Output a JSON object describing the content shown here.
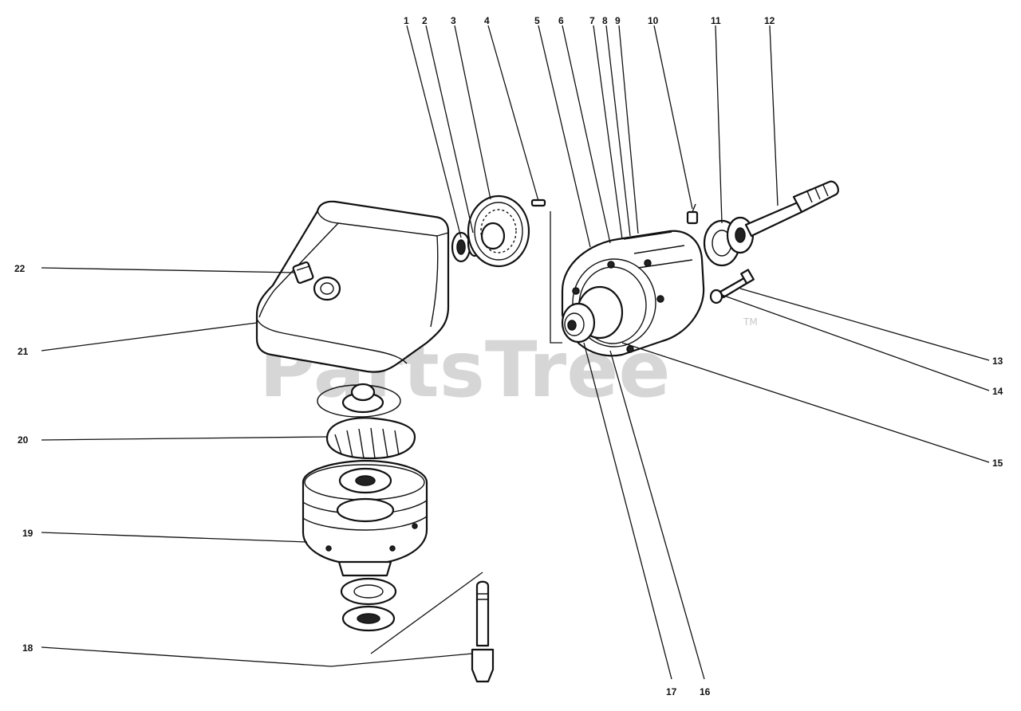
{
  "watermark": {
    "text": "PartsTree",
    "trademark": "TM",
    "color": "#c8c8c8"
  },
  "callouts": {
    "c1": "1",
    "c2": "2",
    "c3": "3",
    "c4": "4",
    "c5": "5",
    "c6": "6",
    "c7": "7",
    "c8": "8",
    "c9": "9",
    "c10": "10",
    "c11": "11",
    "c12": "12",
    "c13": "13",
    "c14": "14",
    "c15": "15",
    "c16": "16",
    "c17": "17",
    "c18": "18",
    "c19": "19",
    "c20": "20",
    "c21": "21",
    "c22": "22"
  }
}
